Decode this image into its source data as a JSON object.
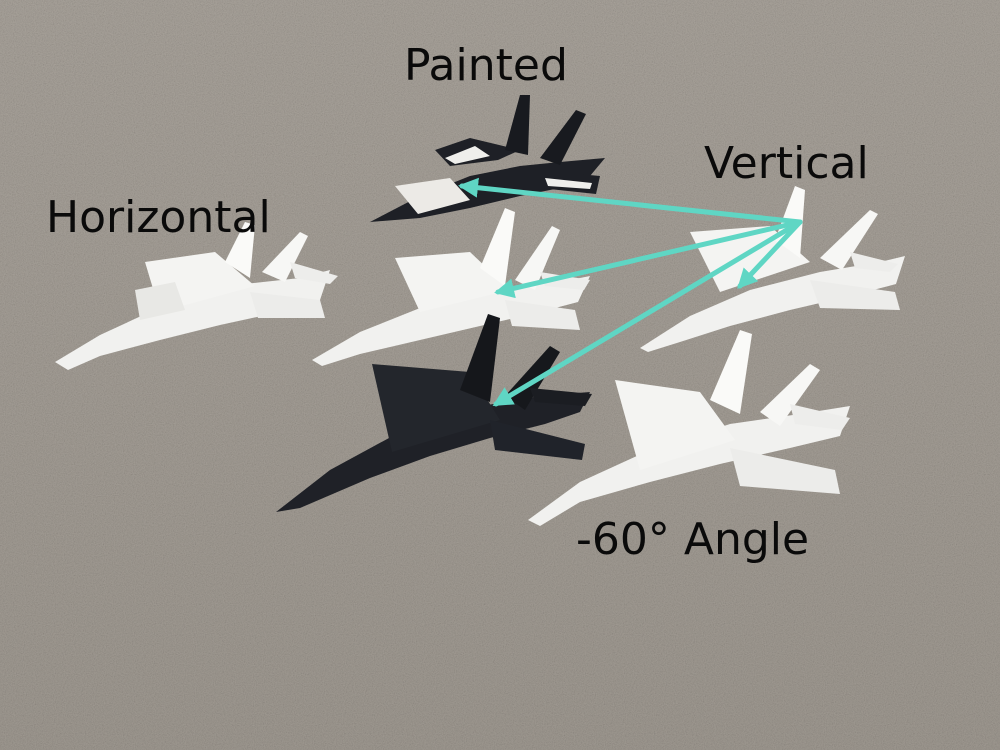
{
  "labels": {
    "painted": "Painted",
    "vertical": "Vertical",
    "horizontal": "Horizontal",
    "angle": "-60° Angle"
  },
  "colors": {
    "carpet": "#9c968f",
    "arrow": "#5fd6c4",
    "white_plane": "#f1f1ef",
    "black_plane": "#202228",
    "label_text": "#0a0a0a"
  }
}
